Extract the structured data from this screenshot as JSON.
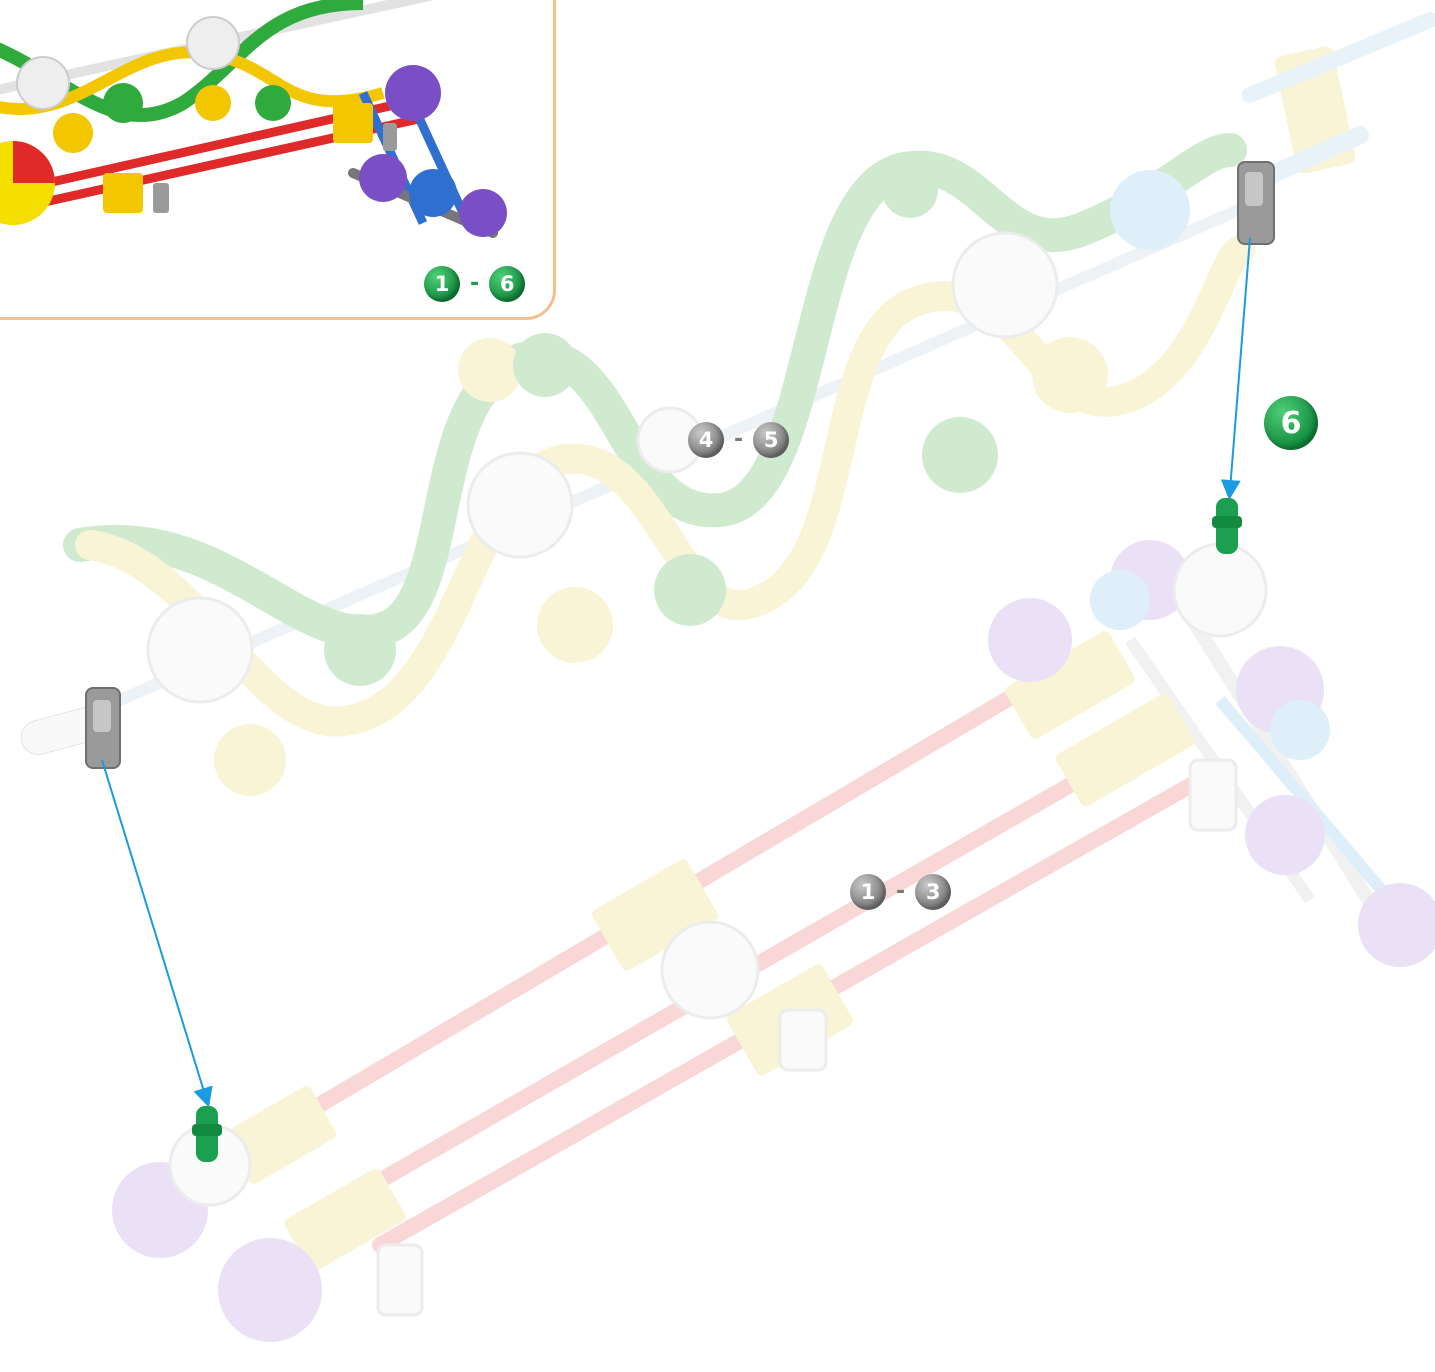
{
  "inset": {
    "range_start": "1",
    "range_end": "6"
  },
  "steps": {
    "step_4_5": {
      "start": "4",
      "end": "5"
    },
    "step_1_3": {
      "start": "1",
      "end": "3"
    },
    "step_6": "6"
  },
  "colors": {
    "inset_border": "#f4bf8e",
    "badge_green": "#1f9a48",
    "badge_gray": "#7a7a7a",
    "arrow": "#1a9be0",
    "connector": "#1aa04e",
    "clip": "#8f8f8f"
  }
}
